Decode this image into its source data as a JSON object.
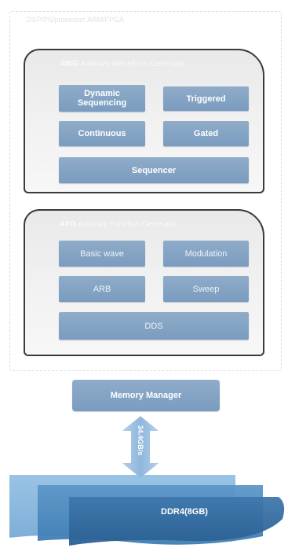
{
  "outer": {
    "title": "DSP/PS/processor ARM/FPGA"
  },
  "awg": {
    "title_prefix": "AWG",
    "title_rest": " Arbitrary Waveform Generator",
    "blocks": {
      "dynamic": "Dynamic Sequencing",
      "triggered": "Triggered",
      "continuous": "Continuous",
      "gated": "Gated",
      "sequencer": "Sequencer"
    }
  },
  "afg": {
    "title_prefix": "AFG",
    "title_rest": " Arbitrary Function Generator",
    "blocks": {
      "basic": "Basic wave",
      "modulation": "Modulation",
      "arb": "ARB",
      "sweep": "Sweep",
      "dds": "DDS"
    }
  },
  "memory_manager": "Memory Manager",
  "bus_label": "34.4GB/s",
  "ddr_label": "DDR4(8GB)",
  "colors": {
    "block_fill": "#839FC2",
    "panel_border": "#3A3A3A",
    "ddr_layer_top": "#4F88BB",
    "ddr_layer_back": "#7FB0D8"
  }
}
